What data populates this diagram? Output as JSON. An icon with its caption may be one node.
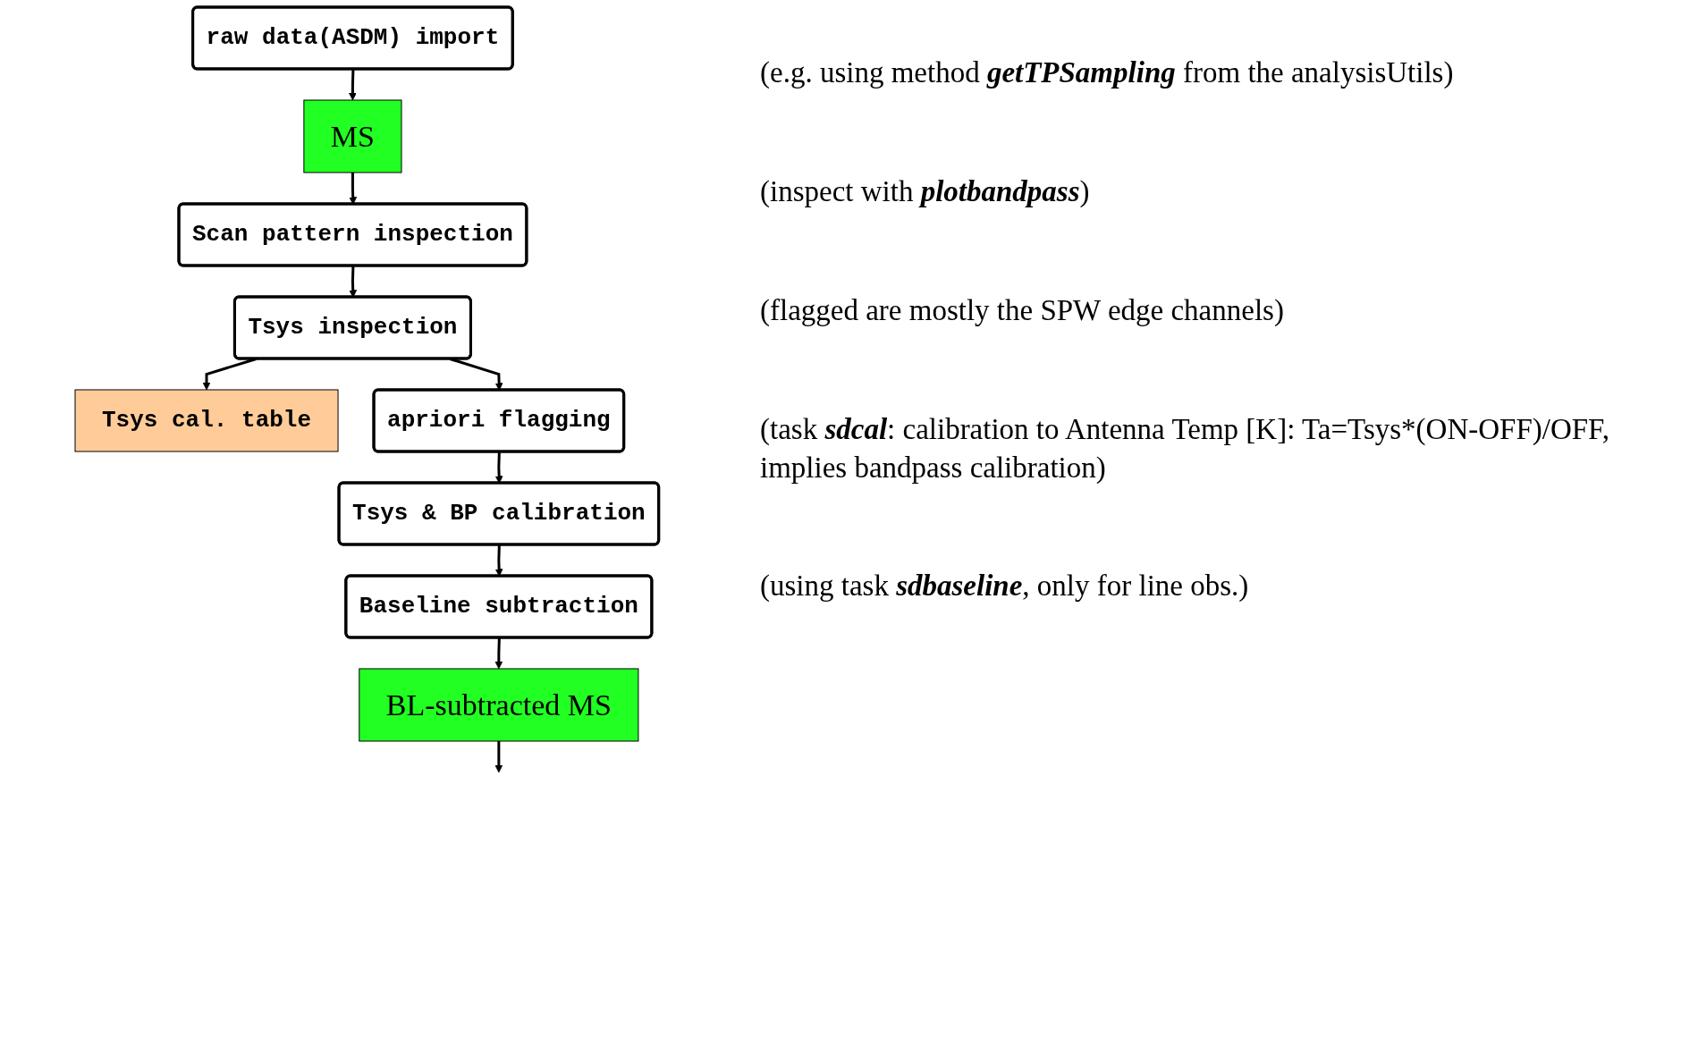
{
  "diagram": {
    "nodes": [
      {
        "text": [
          "raw data(ASDM) import"
        ]
      },
      {
        "text": [
          "MS"
        ]
      },
      {
        "text": [
          "Scan pattern inspection"
        ]
      },
      {
        "text": [
          "Tsys inspection"
        ]
      },
      {
        "text": [
          "Tsys cal. table"
        ]
      },
      {
        "text": [
          "apriori flagging"
        ]
      },
      {
        "text": [
          "Tsys & BP calibration"
        ]
      },
      {
        "text": [
          "Baseline subtraction"
        ]
      },
      {
        "text": [
          "BL-subtracted MS"
        ]
      }
    ],
    "edges": [
      {
        "from": 0,
        "to": 1,
        "arrow": "to"
      },
      {
        "from": 1,
        "to": 2,
        "arrow": "to"
      },
      {
        "from": 2,
        "to": 3,
        "arrow": "to"
      },
      {
        "from": 3,
        "to": 4,
        "arrow": "to"
      },
      {
        "from": 3,
        "to": 5,
        "arrow": "to"
      },
      {
        "from": 5,
        "to": 6,
        "arrow": "to"
      },
      {
        "from": 6,
        "to": 7,
        "arrow": "to"
      },
      {
        "from": 7,
        "to": 8,
        "arrow": "to"
      },
      {
        "from": 8,
        "to": null,
        "arrow": "to"
      }
    ],
    "labels": [
      "(e.g. using method **getTPSampling** from the analysisUtils)",
      "(inspect with **plotbandpass**)",
      "(flagged are mostly the SPW edge channels)",
      "(task **sdcal**: calibration to Antenna Temp [K]:  Ta=Tsys*(ON-OFF)/OFF, implies bandpass calibration)",
      "(using task **sdbaseline**, only for line obs.)"
    ]
  }
}
